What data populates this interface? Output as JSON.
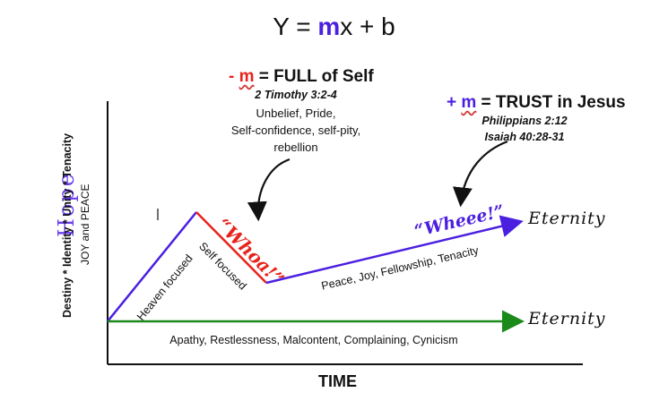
{
  "equation": {
    "prefix": "Y = ",
    "m": "m",
    "suffix": "x + b"
  },
  "minus_box": {
    "sign": "- ",
    "m": "m",
    "title": " = FULL of Self",
    "ref": "2 Timothy 3:2-4",
    "lines": [
      "Unbelief, Pride,",
      "Self-confidence, self-pity,",
      "rebellion"
    ]
  },
  "plus_box": {
    "sign": "+ ",
    "m": "m",
    "title": " = TRUST in Jesus",
    "refs": [
      "Philippians 2:12",
      "Isaiah 40:28-31"
    ]
  },
  "y_axis": {
    "hope": "Hope",
    "values": "Destiny * Identity * Unity * Tenacity",
    "joy": "JOY and PEACE"
  },
  "x_axis": {
    "label": "TIME"
  },
  "segments": {
    "heaven": "Heaven focused",
    "self": "Self focused",
    "whoa": "“Whoa!”",
    "wheee": "“Wheee!”",
    "upper_line": "Peace, Joy, Fellowship, Tenacity",
    "lower_line": "Apathy, Restlessness, Malcontent, Complaining, Cynicism"
  },
  "eternity_upper": "Eternity",
  "eternity_lower": "Eternity",
  "colors": {
    "blue": "#4b1fe0",
    "red": "#e8231c",
    "green": "#1a8a1a",
    "purple": "#6a3df0"
  }
}
